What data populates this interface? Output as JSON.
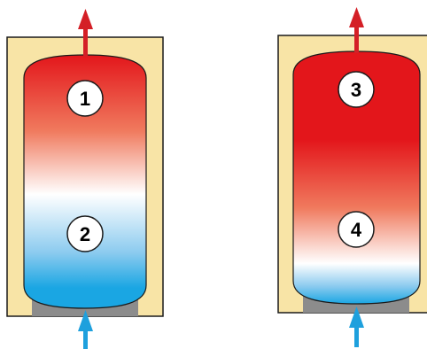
{
  "colors": {
    "insulation": "#f8e4a6",
    "insulation_stroke": "#1a1a1a",
    "base": "#8c8c8c",
    "hot": "#e3161b",
    "warm": "#f07a5e",
    "white": "#ffffff",
    "cool": "#8ccbef",
    "cold": "#1aa6e3",
    "hot_arrow": "#d41f26",
    "cold_arrow": "#1ea0dd",
    "marker_fill": "#ffffff",
    "marker_stroke": "#1a1a1a"
  },
  "tanks": [
    {
      "name": "tank-left",
      "outlet_arrow": "hot-outlet-arrow",
      "inlet_arrow": "cold-inlet-arrow",
      "markers": [
        {
          "label": "1",
          "position": "top"
        },
        {
          "label": "2",
          "position": "bottom"
        }
      ]
    },
    {
      "name": "tank-right",
      "outlet_arrow": "hot-outlet-arrow",
      "inlet_arrow": "cold-inlet-arrow",
      "markers": [
        {
          "label": "3",
          "position": "top"
        },
        {
          "label": "4",
          "position": "bottom"
        }
      ]
    }
  ]
}
